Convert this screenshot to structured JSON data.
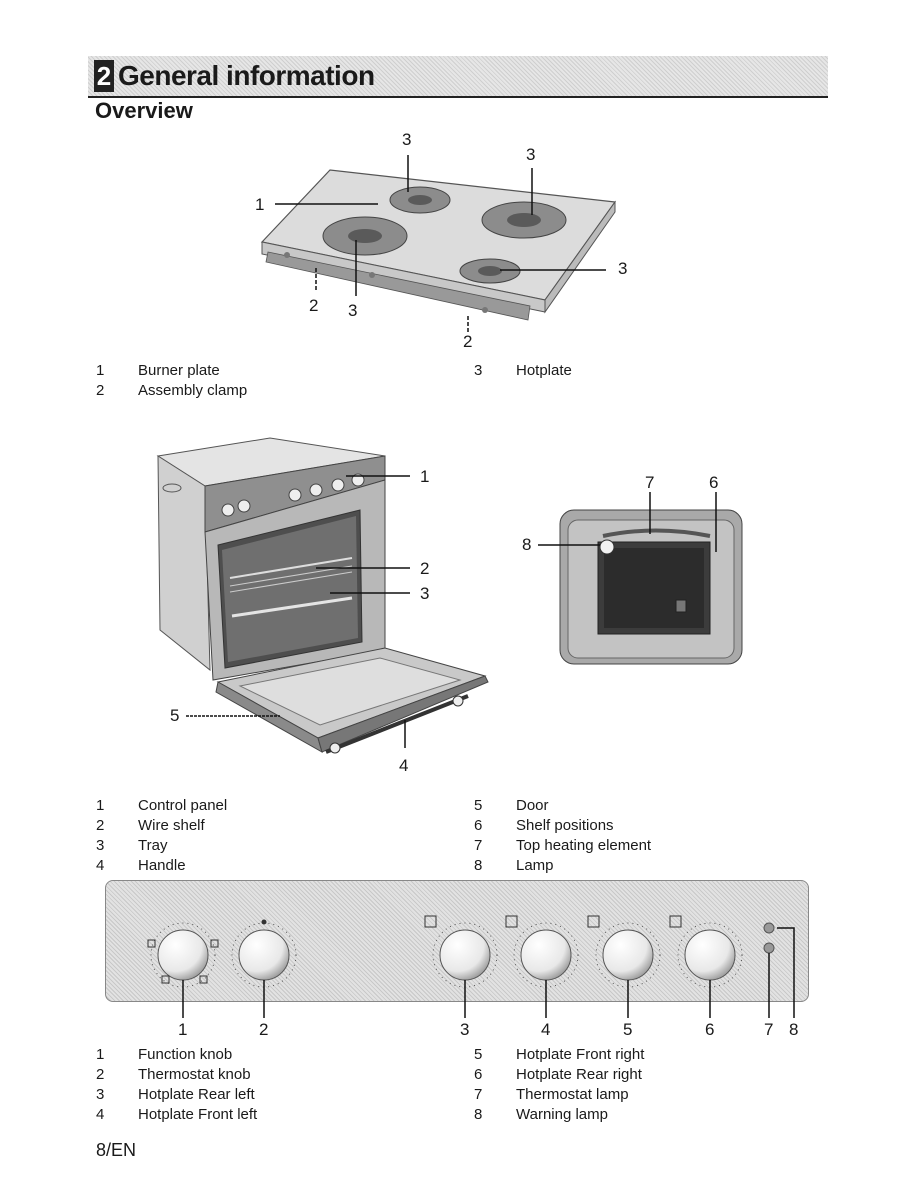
{
  "chapter": {
    "number": "2",
    "title": "General information"
  },
  "section_title": "Overview",
  "hob": {
    "callouts": [
      "1",
      "2",
      "2",
      "3",
      "3",
      "3",
      "3"
    ],
    "legend": [
      {
        "num": "1",
        "label": "Burner plate"
      },
      {
        "num": "2",
        "label": "Assembly clamp"
      },
      {
        "num": "3",
        "label": "Hotplate"
      }
    ]
  },
  "oven": {
    "callouts": [
      "1",
      "2",
      "3",
      "4",
      "5",
      "6",
      "7",
      "8"
    ],
    "legend": [
      {
        "num": "1",
        "label": "Control panel"
      },
      {
        "num": "2",
        "label": "Wire shelf"
      },
      {
        "num": "3",
        "label": "Tray"
      },
      {
        "num": "4",
        "label": "Handle"
      },
      {
        "num": "5",
        "label": "Door"
      },
      {
        "num": "6",
        "label": "Shelf positions"
      },
      {
        "num": "7",
        "label": "Top heating element"
      },
      {
        "num": "8",
        "label": "Lamp"
      }
    ]
  },
  "panel": {
    "callouts": [
      "1",
      "2",
      "3",
      "4",
      "5",
      "6",
      "7",
      "8"
    ],
    "legend": [
      {
        "num": "1",
        "label": "Function knob"
      },
      {
        "num": "2",
        "label": "Thermostat knob"
      },
      {
        "num": "3",
        "label": "Hotplate Rear left"
      },
      {
        "num": "4",
        "label": "Hotplate Front left"
      },
      {
        "num": "5",
        "label": "Hotplate Front right"
      },
      {
        "num": "6",
        "label": "Hotplate Rear right"
      },
      {
        "num": "7",
        "label": "Thermostat lamp"
      },
      {
        "num": "8",
        "label": "Warning lamp"
      }
    ]
  },
  "footer": {
    "page": "8/EN"
  }
}
